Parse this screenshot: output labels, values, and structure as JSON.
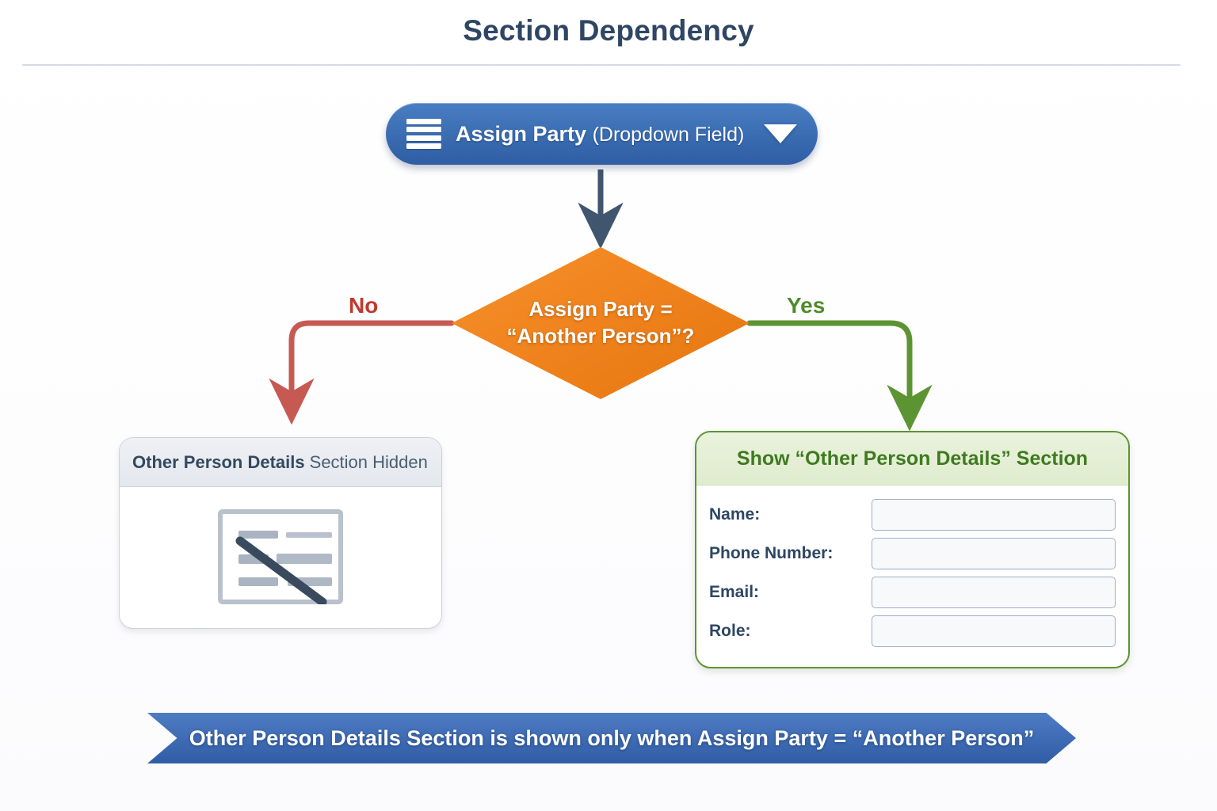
{
  "page": {
    "title": "Section Dependency",
    "background_color": "#ffffff"
  },
  "dropdown_node": {
    "icon": "list-menu-icon",
    "label_bold": "Assign Party",
    "label_normal": "(Dropdown Field)",
    "caret": "chevron-down-icon",
    "color": "#3c6fb4"
  },
  "decision": {
    "line1": "Assign Party =",
    "line2": "“Another Person”?",
    "color": "#f0821d",
    "branch_no": "No",
    "branch_no_color": "#c0392f",
    "branch_yes": "Yes",
    "branch_yes_color": "#4e8b2a"
  },
  "hidden_card": {
    "header_bold": "Other Person Details",
    "header_normal": "Section Hidden",
    "icon": "hidden-form-slashed-icon",
    "border_color": "#ccd2dc"
  },
  "shown_card": {
    "header": "Show “Other Person Details” Section",
    "header_color": "#3f7a21",
    "border_color": "#5d9433",
    "fields": [
      {
        "label": "Name:",
        "value": ""
      },
      {
        "label": "Phone Number:",
        "value": ""
      },
      {
        "label": "Email:",
        "value": ""
      },
      {
        "label": "Role:",
        "value": ""
      }
    ]
  },
  "ribbon": {
    "text": "Other Person Details Section is shown only when Assign Party = “Another Person”",
    "color": "#3f6cb4"
  }
}
